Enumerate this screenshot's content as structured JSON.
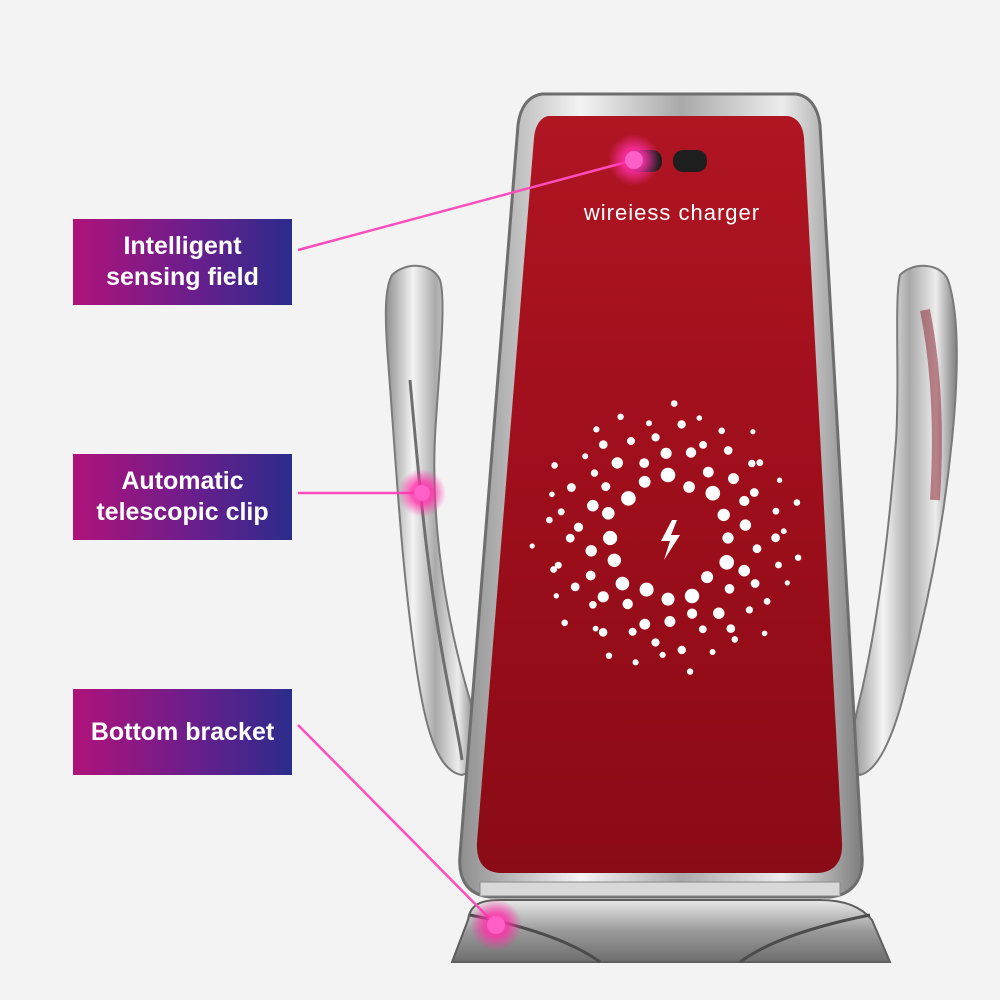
{
  "product": {
    "face_text": "wireiess charger",
    "colors": {
      "face": "#a8101c",
      "frame": "#c9c9c9",
      "callout": "#ff2fb0",
      "dots": "#ffffff"
    },
    "center_icon": "lightning-bolt-icon"
  },
  "labels": {
    "sensing": {
      "line1": "Intelligent",
      "line2": "sensing field"
    },
    "clip": {
      "line1": "Automatic",
      "line2": "telescopic clip"
    },
    "bracket": {
      "line1": "Bottom bracket"
    }
  }
}
